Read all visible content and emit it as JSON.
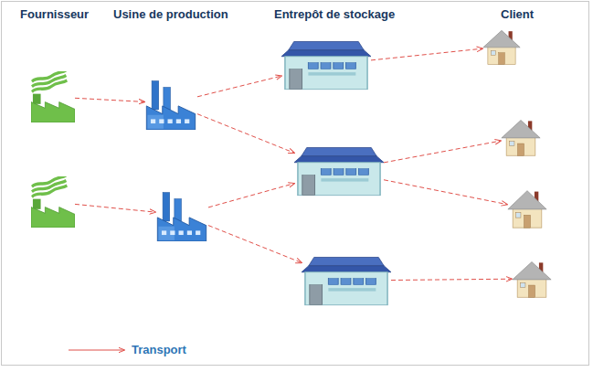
{
  "diagram": {
    "nodes": [
      {
        "text": []
      },
      {
        "text": []
      },
      {
        "text": []
      },
      {
        "text": []
      },
      {
        "text": []
      },
      {
        "text": []
      },
      {
        "text": []
      },
      {
        "text": []
      },
      {
        "text": []
      },
      {
        "text": []
      },
      {
        "text": []
      }
    ],
    "edges": [
      {
        "from": 0,
        "to": 2,
        "arrow": "to"
      },
      {
        "from": 1,
        "to": 3,
        "arrow": "to"
      },
      {
        "from": 2,
        "to": 4,
        "arrow": "to"
      },
      {
        "from": 2,
        "to": 5,
        "arrow": "to"
      },
      {
        "from": 3,
        "to": 5,
        "arrow": "to"
      },
      {
        "from": 3,
        "to": 6,
        "arrow": "to"
      },
      {
        "from": 4,
        "to": 7,
        "arrow": "to"
      },
      {
        "from": 5,
        "to": 8,
        "arrow": "to"
      },
      {
        "from": 5,
        "to": 9,
        "arrow": "to"
      },
      {
        "from": 6,
        "to": 10,
        "arrow": "to"
      }
    ],
    "labels": [
      "Fournisseur",
      "Usine de production",
      "Entrepôt de stockage",
      "Client"
    ],
    "legend": [
      {
        "text": "Transport"
      }
    ]
  }
}
